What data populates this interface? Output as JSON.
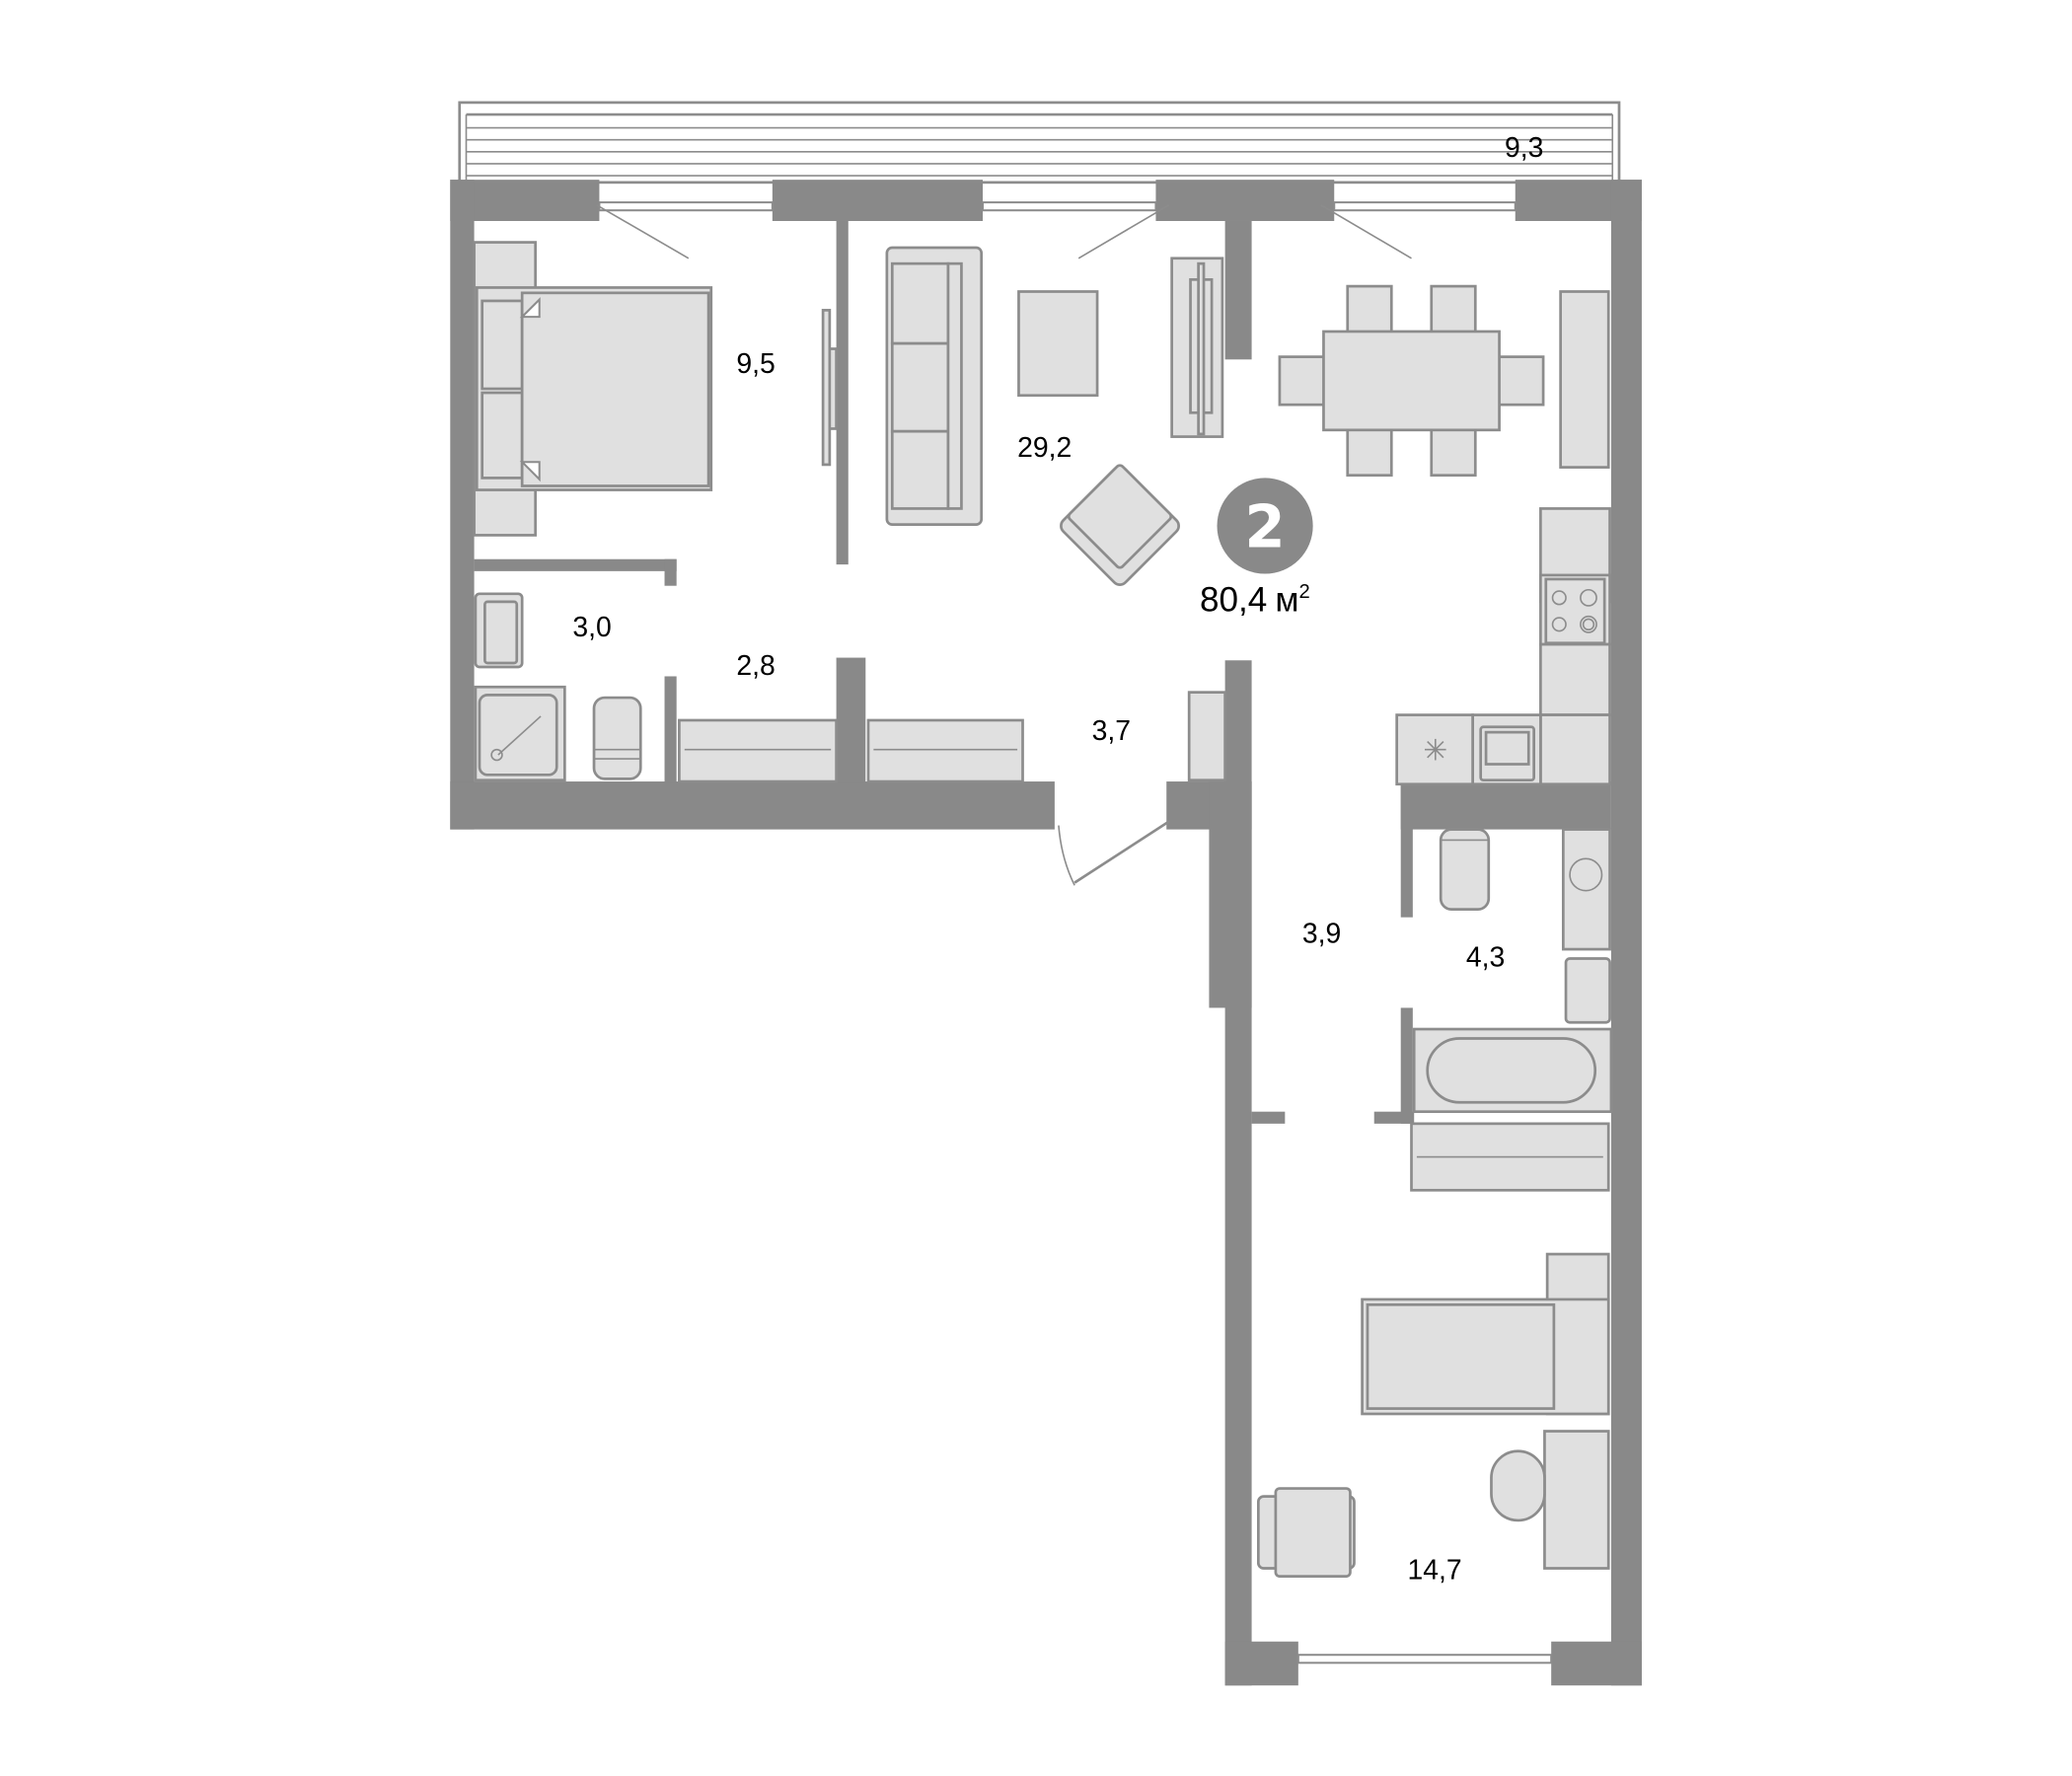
{
  "plan": {
    "type": "apartment-floor-plan",
    "rooms_count": "2",
    "total_area": "80,4",
    "area_unit": "м",
    "area_unit_sup": "2",
    "colors": {
      "wall": "#898989",
      "furniture": "#e0e0e0",
      "outline": "#8c8c8c",
      "badge": "#898989"
    }
  },
  "rooms": [
    {
      "id": "balcony",
      "area": "9,3"
    },
    {
      "id": "bedroom",
      "area": "9,5"
    },
    {
      "id": "living-room",
      "area": "29,2"
    },
    {
      "id": "bathroom-small",
      "area": "3,0"
    },
    {
      "id": "wardrobe",
      "area": "2,8"
    },
    {
      "id": "entrance-hall",
      "area": "3,7"
    },
    {
      "id": "corridor",
      "area": "3,9"
    },
    {
      "id": "bathroom",
      "area": "4,3"
    },
    {
      "id": "second-bedroom",
      "area": "14,7"
    }
  ]
}
